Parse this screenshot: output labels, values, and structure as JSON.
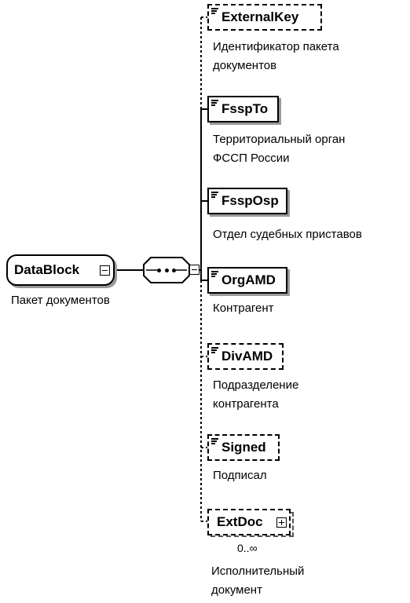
{
  "root": {
    "name": "DataBlock",
    "doc": "Пакет документов"
  },
  "children": [
    {
      "name": "ExternalKey",
      "doc": "Идентификатор пакета\nдокументов",
      "optional": true
    },
    {
      "name": "FsspTo",
      "doc": "Территориальный орган\nФССП России",
      "optional": false
    },
    {
      "name": "FsspOsp",
      "doc": "Отдел судебных приставов",
      "optional": false
    },
    {
      "name": "OrgAMD",
      "doc": "Контрагент",
      "optional": false
    },
    {
      "name": "DivAMD",
      "doc": "Подразделение\nконтрагента",
      "optional": true
    },
    {
      "name": "Signed",
      "doc": "Подписал",
      "optional": true
    },
    {
      "name": "ExtDoc",
      "doc": "Исполнительный\nдокумент",
      "optional": true,
      "occurs": "0..∞",
      "expandable": true
    }
  ]
}
